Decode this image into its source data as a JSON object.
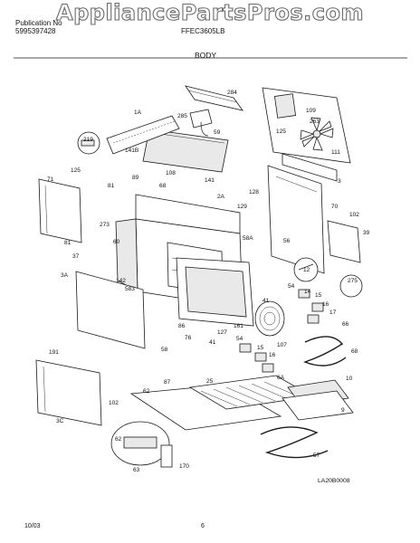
{
  "watermark": "AppliancePartsPros.com",
  "header": {
    "left_line1": "Publication No",
    "left_line2": "5995397428",
    "model": "FFEC3605LB",
    "section": "BODY"
  },
  "diagram_code": "LA20B0008",
  "footer": {
    "date": "10/03",
    "page": "6"
  },
  "callouts": {
    "c1A": "1A",
    "c284": "284",
    "c285": "285",
    "c59": "59",
    "c109": "109",
    "c263": "263",
    "c125a": "125",
    "c111": "111",
    "c219": "219",
    "c141B": "141B",
    "c125b": "125",
    "c71": "71",
    "c89": "89",
    "c108": "108",
    "c68": "68",
    "c141": "141",
    "c3": "3",
    "c81a": "81",
    "c2A": "2A",
    "c128": "128",
    "c129": "129",
    "c273": "273",
    "c70": "70",
    "c102a": "102",
    "c39": "39",
    "c81b": "81",
    "c60": "60",
    "c56": "56",
    "c58A": "58A",
    "c37": "37",
    "c12": "12",
    "c275": "275",
    "c3A": "3A",
    "c142": "142",
    "c583": "583",
    "c86": "86",
    "c54a": "54",
    "c14": "14",
    "c15a": "15",
    "c16a": "16",
    "c17": "17",
    "c41a": "41",
    "c161": "161",
    "c66": "66",
    "c127": "127",
    "c58": "58",
    "c76": "76",
    "c41b": "41",
    "c107": "107",
    "c54b": "54",
    "c15b": "15",
    "c16b": "16",
    "c68b": "68",
    "c191": "191",
    "c6A": "6A",
    "c10": "10",
    "c25": "25",
    "c87": "87",
    "c62a": "62",
    "c102b": "102",
    "c9": "9",
    "c3C": "3C",
    "c62b": "62",
    "c63": "63",
    "c170": "170",
    "c57": "57"
  }
}
